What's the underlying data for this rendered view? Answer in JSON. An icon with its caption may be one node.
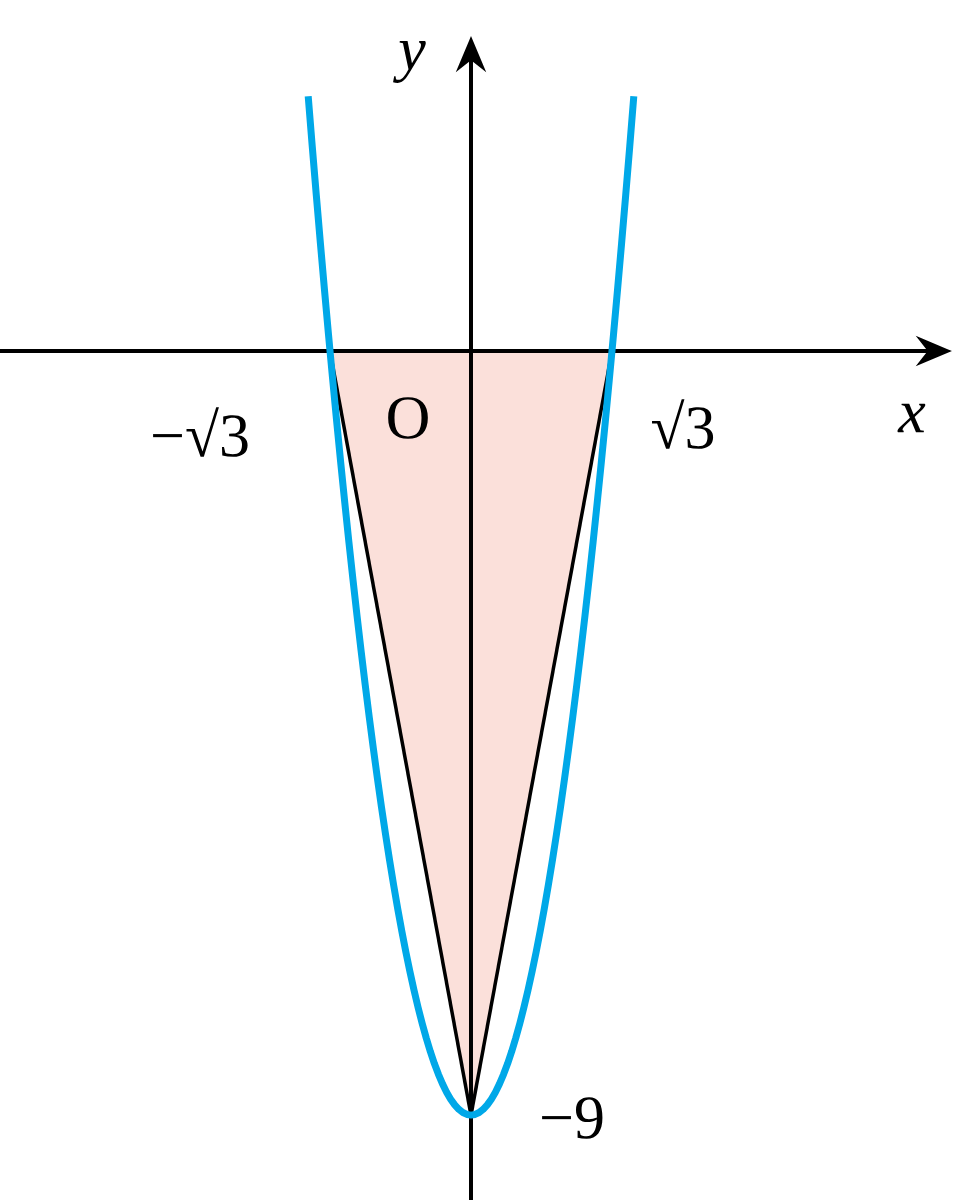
{
  "diagram": {
    "labels": [
      "y",
      "O",
      "x",
      "−√3",
      "√3",
      "−9"
    ]
  }
}
